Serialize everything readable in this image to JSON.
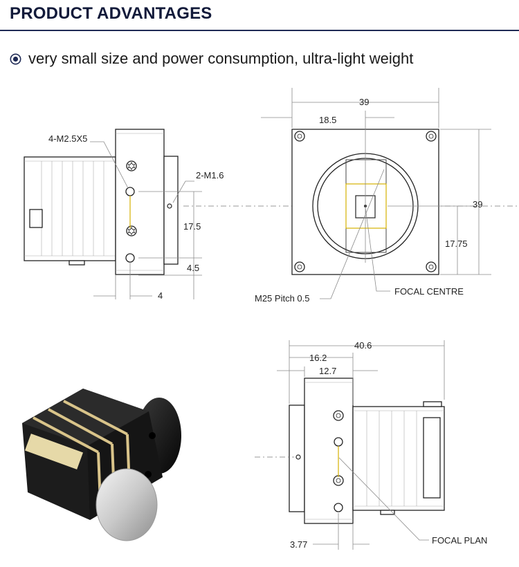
{
  "header": {
    "title": "PRODUCT ADVANTAGES"
  },
  "feature": {
    "icon": "radio-bullet-icon",
    "text": "very small size and power consumption, ultra-light weight"
  },
  "side_view": {
    "label_screws": "4-M2.5X5",
    "label_holes": "2-M1.6",
    "dim_17_5": "17.5",
    "dim_4_5": "4.5",
    "dim_4": "4"
  },
  "front_view": {
    "dim_39_top": "39",
    "dim_18_5": "18.5",
    "dim_39_right": "39",
    "dim_17_75": "17.75",
    "label_mount": "M25 Pitch 0.5",
    "label_focal_centre": "FOCAL CENTRE"
  },
  "bottom_view": {
    "dim_40_6": "40.6",
    "dim_16_2": "16.2",
    "dim_12_7": "12.7",
    "dim_3_77": "3.77",
    "label_focal_plan": "FOCAL PLAN"
  },
  "colors": {
    "header": "#121a3a",
    "rule": "#1f2a55",
    "accent_line": "#d4b000"
  }
}
